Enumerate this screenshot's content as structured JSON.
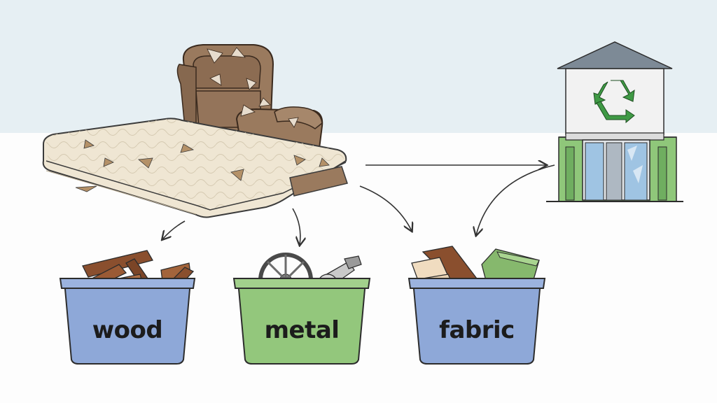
{
  "scene": {
    "colors": {
      "sky": "#e6eff3",
      "ground": "#fdfdfd",
      "bin_blue": "#8ea8d8",
      "bin_green": "#93c77c",
      "recycle_green": "#3f9a45",
      "mattress": "#efe6d3",
      "recliner": "#9a7a5e"
    }
  },
  "items": {
    "mattress": {
      "name": "mattress",
      "icon": "damaged-mattress"
    },
    "recliner": {
      "name": "recliner",
      "icon": "damaged-armchair"
    }
  },
  "facility": {
    "icon": "recycling-symbol-icon"
  },
  "bins": [
    {
      "label": "wood",
      "color": "#8ea8d8",
      "contents": "wood-planks"
    },
    {
      "label": "metal",
      "color": "#93c77c",
      "contents": "metal-springs-and-parts"
    },
    {
      "label": "fabric",
      "color": "#8ea8d8",
      "contents": "fabric-and-foam"
    }
  ]
}
